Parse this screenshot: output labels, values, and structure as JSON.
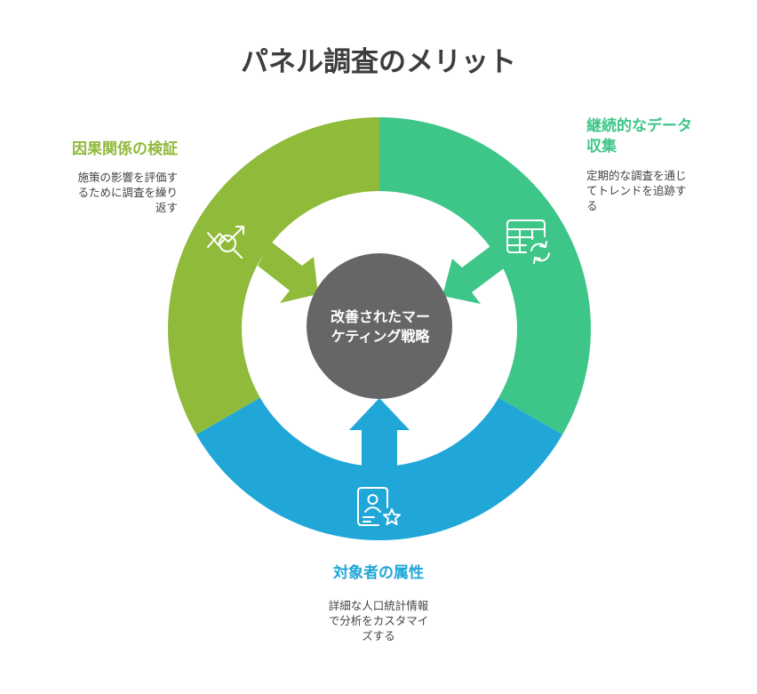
{
  "title": "パネル調査のメリット",
  "colors": {
    "causal": "#8fba3a",
    "continuous": "#3ec688",
    "attributes": "#20a7d8",
    "center": "#666666",
    "icon_stroke": "#ffffff"
  },
  "center": {
    "line1": "改善されたマー",
    "line2": "ケティング戦略"
  },
  "segments": {
    "causal": {
      "title": "因果関係の検証",
      "desc_line1": "施策の影響を評価す",
      "desc_line2": "るために調査を繰り",
      "desc_line3": "返す",
      "icon": "trend-analysis-magnifier-icon"
    },
    "continuous": {
      "title_line1": "継続的なデータ",
      "title_line2": "収集",
      "desc_line1": "定期的な調査を通じ",
      "desc_line2": "てトレンドを追跡す",
      "desc_line3": "る",
      "icon": "table-refresh-icon"
    },
    "attributes": {
      "title": "対象者の属性",
      "desc_line1": "詳細な人口統計情報",
      "desc_line2": "で分析をカスタマイ",
      "desc_line3": "ズする",
      "icon": "profile-star-icon"
    }
  }
}
